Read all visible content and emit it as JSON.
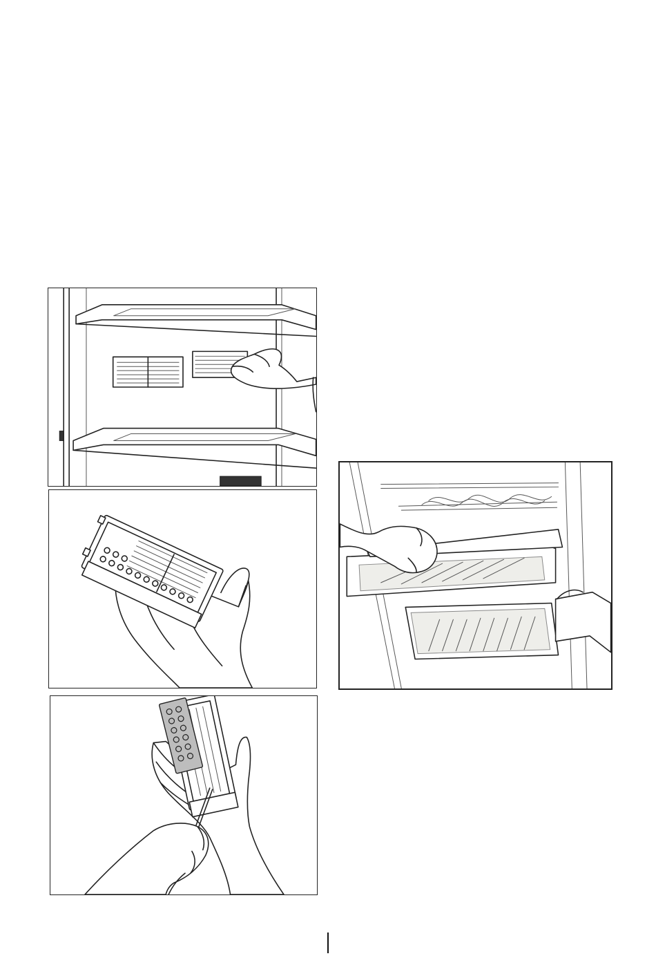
{
  "figures": [
    {
      "id": "fig1",
      "icon": "filter-removal-illustration"
    },
    {
      "id": "fig2",
      "icon": "filter-open-case-illustration"
    },
    {
      "id": "fig3",
      "icon": "filter-cartridge-replace-illustration"
    },
    {
      "id": "fig4",
      "icon": "drawer-removal-illustration"
    }
  ]
}
